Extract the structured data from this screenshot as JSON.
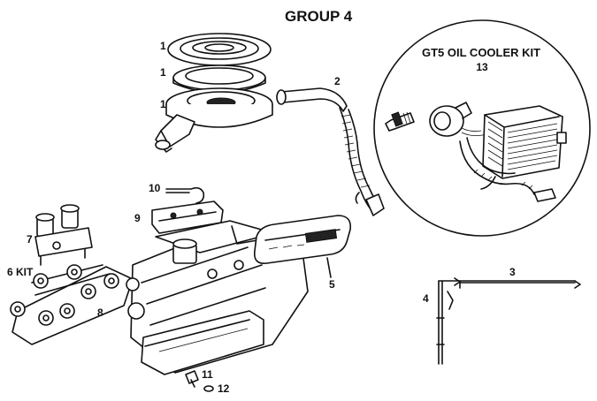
{
  "title": "GROUP 4",
  "oil_cooler_kit": {
    "title": "GT5 OIL COOLER KIT",
    "number": "13"
  },
  "callouts": {
    "air_cleaner_lid": "1",
    "air_cleaner_filter": "1",
    "air_cleaner_base": "1",
    "breather_hose": "2",
    "linkage_rod": "3",
    "linkage_bracket": "4",
    "valve_cover": "5",
    "kit_label": "6 KIT",
    "carburetor": "7",
    "intake_manifold": "8",
    "heat_shield": "9",
    "clip": "10",
    "drain_plug": "11",
    "washer": "12"
  }
}
